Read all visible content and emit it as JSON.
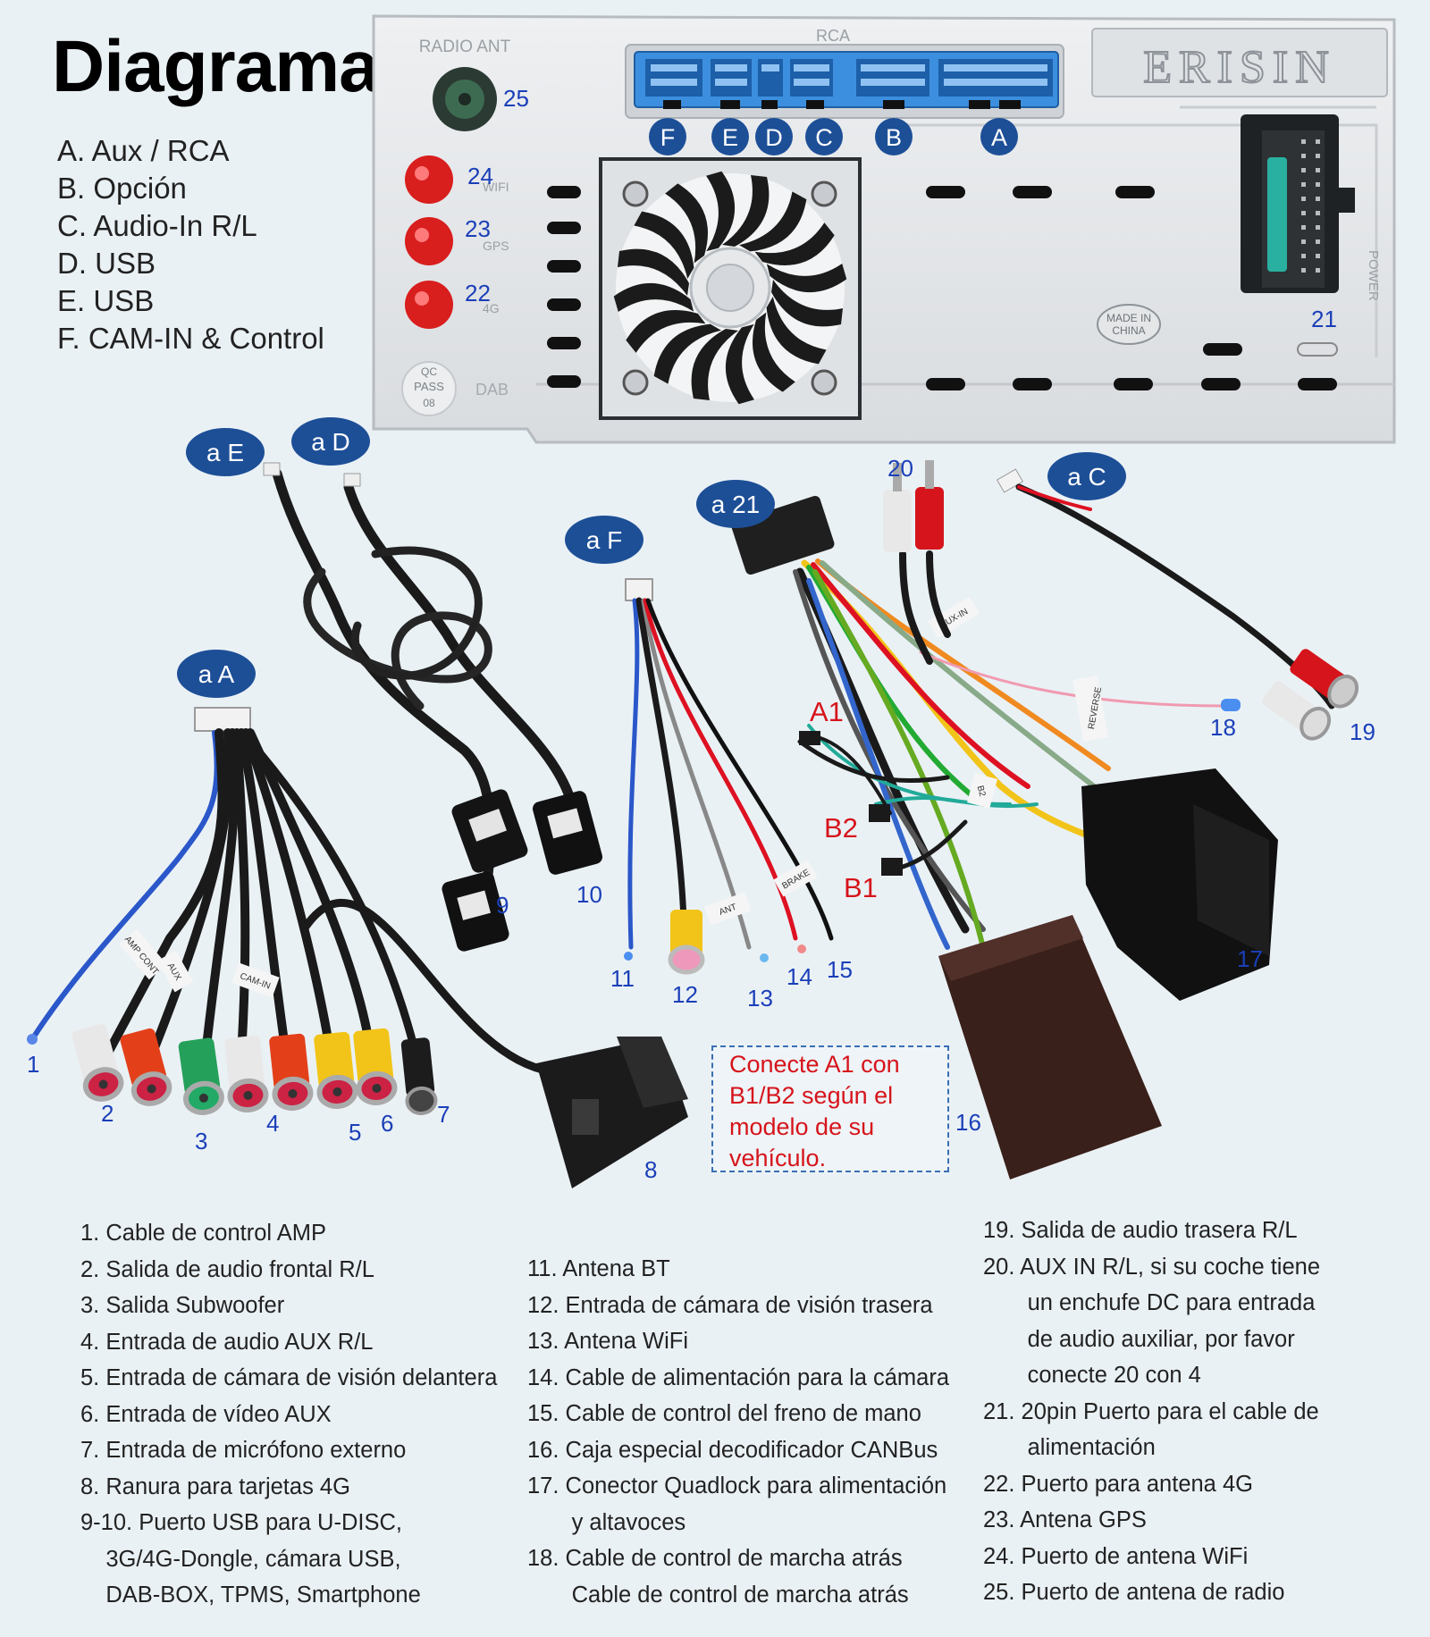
{
  "title": "Diagrama",
  "port_list": [
    "A. Aux / RCA",
    "B. Opción",
    "C. Audio-In R/L",
    "D. USB",
    "E. USB",
    "F. CAM-IN & Control"
  ],
  "unit_labels": {
    "radio_ant": "RADIO ANT",
    "rca": "RCA",
    "brand": "ERISIN",
    "power": "POWER",
    "made_in_1": "MADE IN",
    "made_in_2": "CHINA",
    "qc_1": "QC",
    "qc_2": "PASS",
    "qc_3": "08",
    "dab": "DAB",
    "wifi": "WIFI",
    "gps": "GPS",
    "g4": "4G"
  },
  "port_badges": [
    "F",
    "E",
    "D",
    "C",
    "B",
    "A"
  ],
  "cable_badges": [
    "a E",
    "a D",
    "a F",
    "a 21",
    "a C",
    "a A"
  ],
  "numbers": {
    "n1": "1",
    "n2": "2",
    "n3": "3",
    "n4": "4",
    "n5": "5",
    "n6": "6",
    "n7": "7",
    "n8": "8",
    "n9": "9",
    "n10": "10",
    "n11": "11",
    "n12": "12",
    "n13": "13",
    "n14": "14",
    "n15": "15",
    "n16": "16",
    "n17": "17",
    "n18": "18",
    "n19": "19",
    "n20": "20",
    "n21": "21",
    "n22": "22",
    "n23": "23",
    "n24": "24",
    "n25": "25"
  },
  "connectors": {
    "a1": "A1",
    "b1": "B1",
    "b2": "B2"
  },
  "cable_tags": {
    "amp_cont": "AMP CONT",
    "aux": "AUX",
    "aux_in": "AUX-IN",
    "reverse": "REVERSE",
    "ant": "ANT",
    "brake": "BRAKE",
    "b2": "B2",
    "cam_in": "CAM-IN"
  },
  "note": "Conecte A1 con B1/B2 según el modelo de su vehículo.",
  "legend_col1": [
    "1. Cable de control AMP",
    "2. Salida de audio frontal R/L",
    "3. Salida Subwoofer",
    "4. Entrada de audio AUX R/L",
    "5. Entrada de cámara de visión delantera",
    "6. Entrada de vídeo AUX",
    "7. Entrada de micrófono externo",
    "8. Ranura para tarjetas 4G",
    "9-10. Puerto USB para U-DISC,",
    "    3G/4G-Dongle, cámara USB,",
    "    DAB-BOX, TPMS, Smartphone"
  ],
  "legend_col2": [
    "11. Antena BT",
    "12. Entrada de cámara de visión trasera",
    "13. Antena WiFi",
    "14. Cable de alimentación para la cámara",
    "15. Cable de control del freno de mano",
    "16. Caja especial decodificador CANBus",
    "17. Conector Quadlock para alimentación",
    "       y altavoces",
    "18. Cable de control de marcha atrás",
    "       Cable de control de marcha atrás"
  ],
  "legend_col3": [
    "19. Salida de audio trasera R/L",
    "20. AUX IN R/L, si su coche tiene",
    "       un enchufe DC para entrada",
    "       de audio auxiliar, por favor",
    "       conecte 20 con 4",
    "21. 20pin Puerto para el cable de",
    "       alimentación",
    "22. Puerto para antena 4G",
    "23. Antena GPS",
    "24. Puerto de antena WiFi",
    "25. Puerto de antena de radio"
  ],
  "colors": {
    "background": "#eaf1f5",
    "badge": "#1d4f97",
    "number_blue": "#1a3fb8",
    "connector_red": "#d6141b",
    "panel": "#e6e8ea",
    "port_blue": "#3c8fde"
  }
}
